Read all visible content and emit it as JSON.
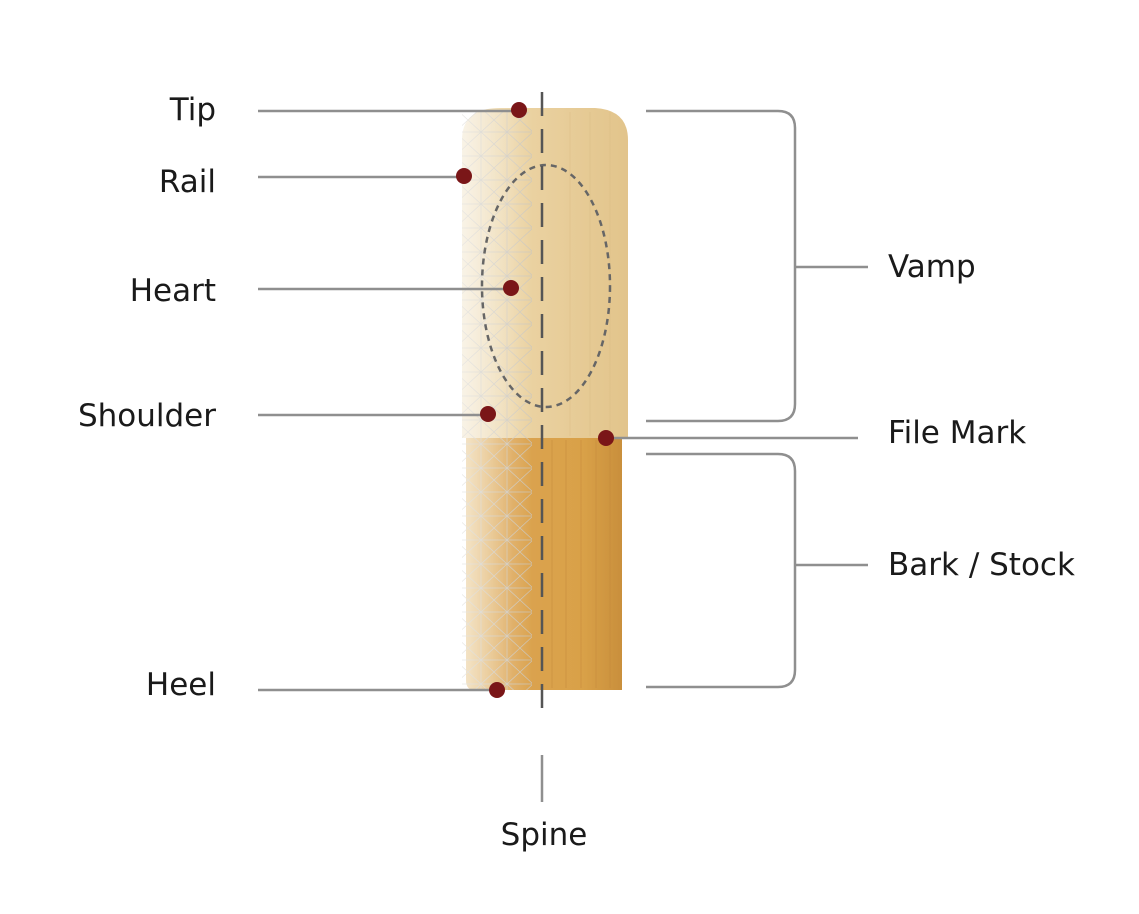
{
  "diagram": {
    "parts_left": {
      "tip": "Tip",
      "rail": "Rail",
      "heart": "Heart",
      "shoulder": "Shoulder",
      "heel": "Heel"
    },
    "parts_right": {
      "vamp": "Vamp",
      "file_mark": "File Mark",
      "bark_stock": "Bark / Stock"
    },
    "axis": {
      "spine": "Spine"
    },
    "colors": {
      "leader_line": "#8f8f8f",
      "marker_dot": "#7a1618",
      "vamp_cane": "#e8cf9c",
      "bark_cane": "#d9a44f",
      "spine_line": "#555555"
    }
  }
}
